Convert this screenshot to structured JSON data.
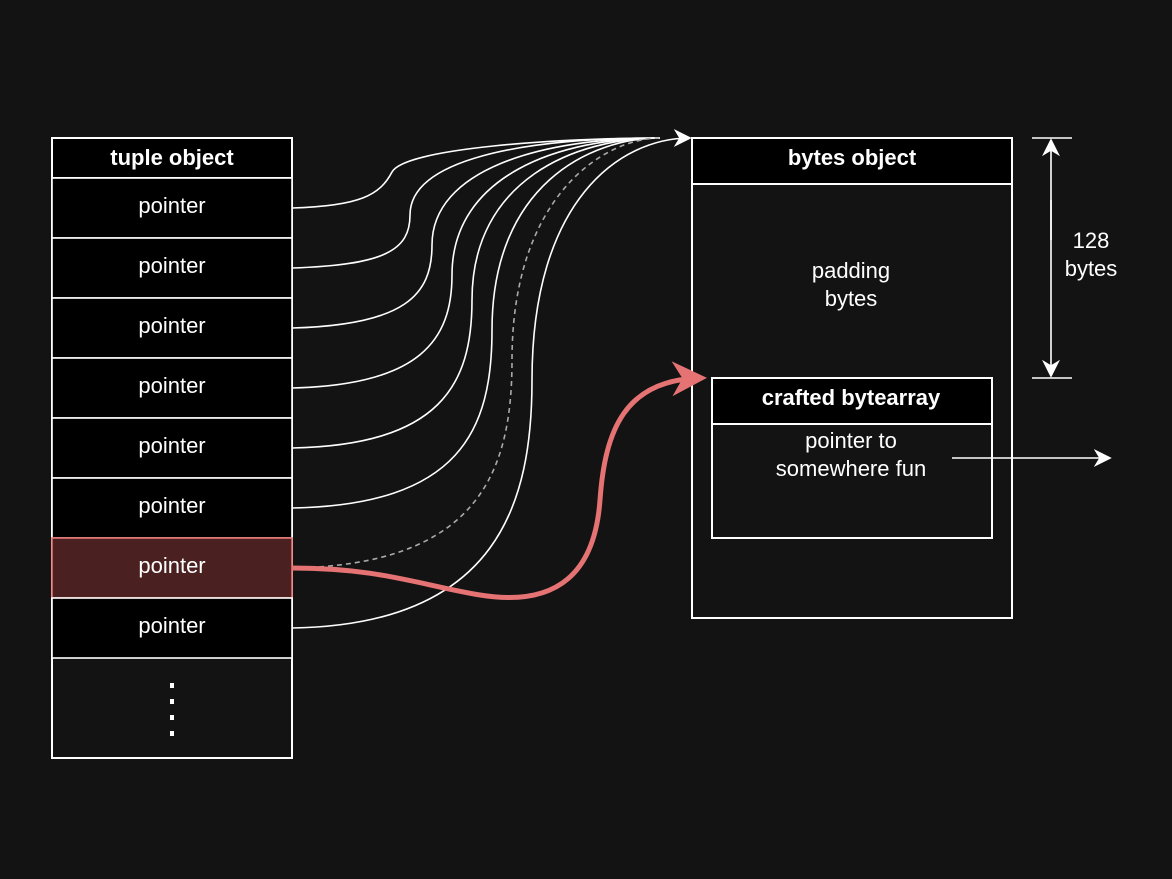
{
  "tuple": {
    "title": "tuple object",
    "cells": [
      {
        "label": "pointer",
        "highlighted": false
      },
      {
        "label": "pointer",
        "highlighted": false
      },
      {
        "label": "pointer",
        "highlighted": false
      },
      {
        "label": "pointer",
        "highlighted": false
      },
      {
        "label": "pointer",
        "highlighted": false
      },
      {
        "label": "pointer",
        "highlighted": false
      },
      {
        "label": "pointer",
        "highlighted": true
      },
      {
        "label": "pointer",
        "highlighted": false
      }
    ]
  },
  "bytes": {
    "title": "bytes object",
    "padding_line1": "padding",
    "padding_line2": "bytes"
  },
  "crafted": {
    "title": "crafted bytearray",
    "line1": "pointer to",
    "line2": "somewhere fun"
  },
  "dimension": {
    "line1": "128",
    "line2": "bytes"
  },
  "colors": {
    "background": "#121312",
    "stroke": "#ffffff",
    "highlight_fill": "#4a2020",
    "highlight_stroke": "#e57373",
    "arrow_red": "#e57373",
    "dashed": "#aaaaaa"
  }
}
